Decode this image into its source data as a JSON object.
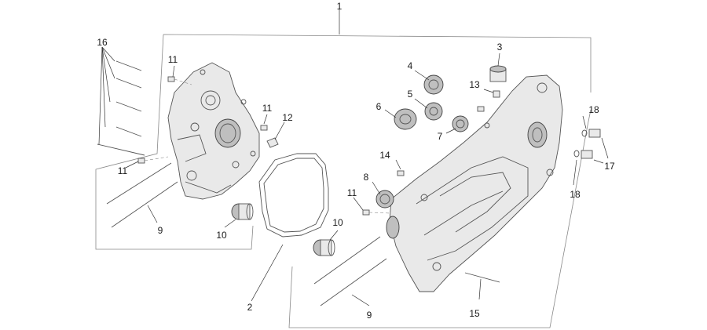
{
  "diagram": {
    "callouts": [
      {
        "id": "c1",
        "text": "1"
      },
      {
        "id": "c16",
        "text": "16"
      },
      {
        "id": "c11a",
        "text": "11"
      },
      {
        "id": "c11b",
        "text": "11"
      },
      {
        "id": "c11c",
        "text": "11"
      },
      {
        "id": "c11d",
        "text": "11"
      },
      {
        "id": "c12",
        "text": "12"
      },
      {
        "id": "c9a",
        "text": "9"
      },
      {
        "id": "c9b",
        "text": "9"
      },
      {
        "id": "c10a",
        "text": "10"
      },
      {
        "id": "c10b",
        "text": "10"
      },
      {
        "id": "c2",
        "text": "2"
      },
      {
        "id": "c3",
        "text": "3"
      },
      {
        "id": "c4",
        "text": "4"
      },
      {
        "id": "c5",
        "text": "5"
      },
      {
        "id": "c6",
        "text": "6"
      },
      {
        "id": "c7",
        "text": "7"
      },
      {
        "id": "c8",
        "text": "8"
      },
      {
        "id": "c13",
        "text": "13"
      },
      {
        "id": "c14",
        "text": "14"
      },
      {
        "id": "c15",
        "text": "15"
      },
      {
        "id": "c17",
        "text": "17"
      },
      {
        "id": "c18a",
        "text": "18"
      },
      {
        "id": "c18b",
        "text": "18"
      }
    ]
  }
}
